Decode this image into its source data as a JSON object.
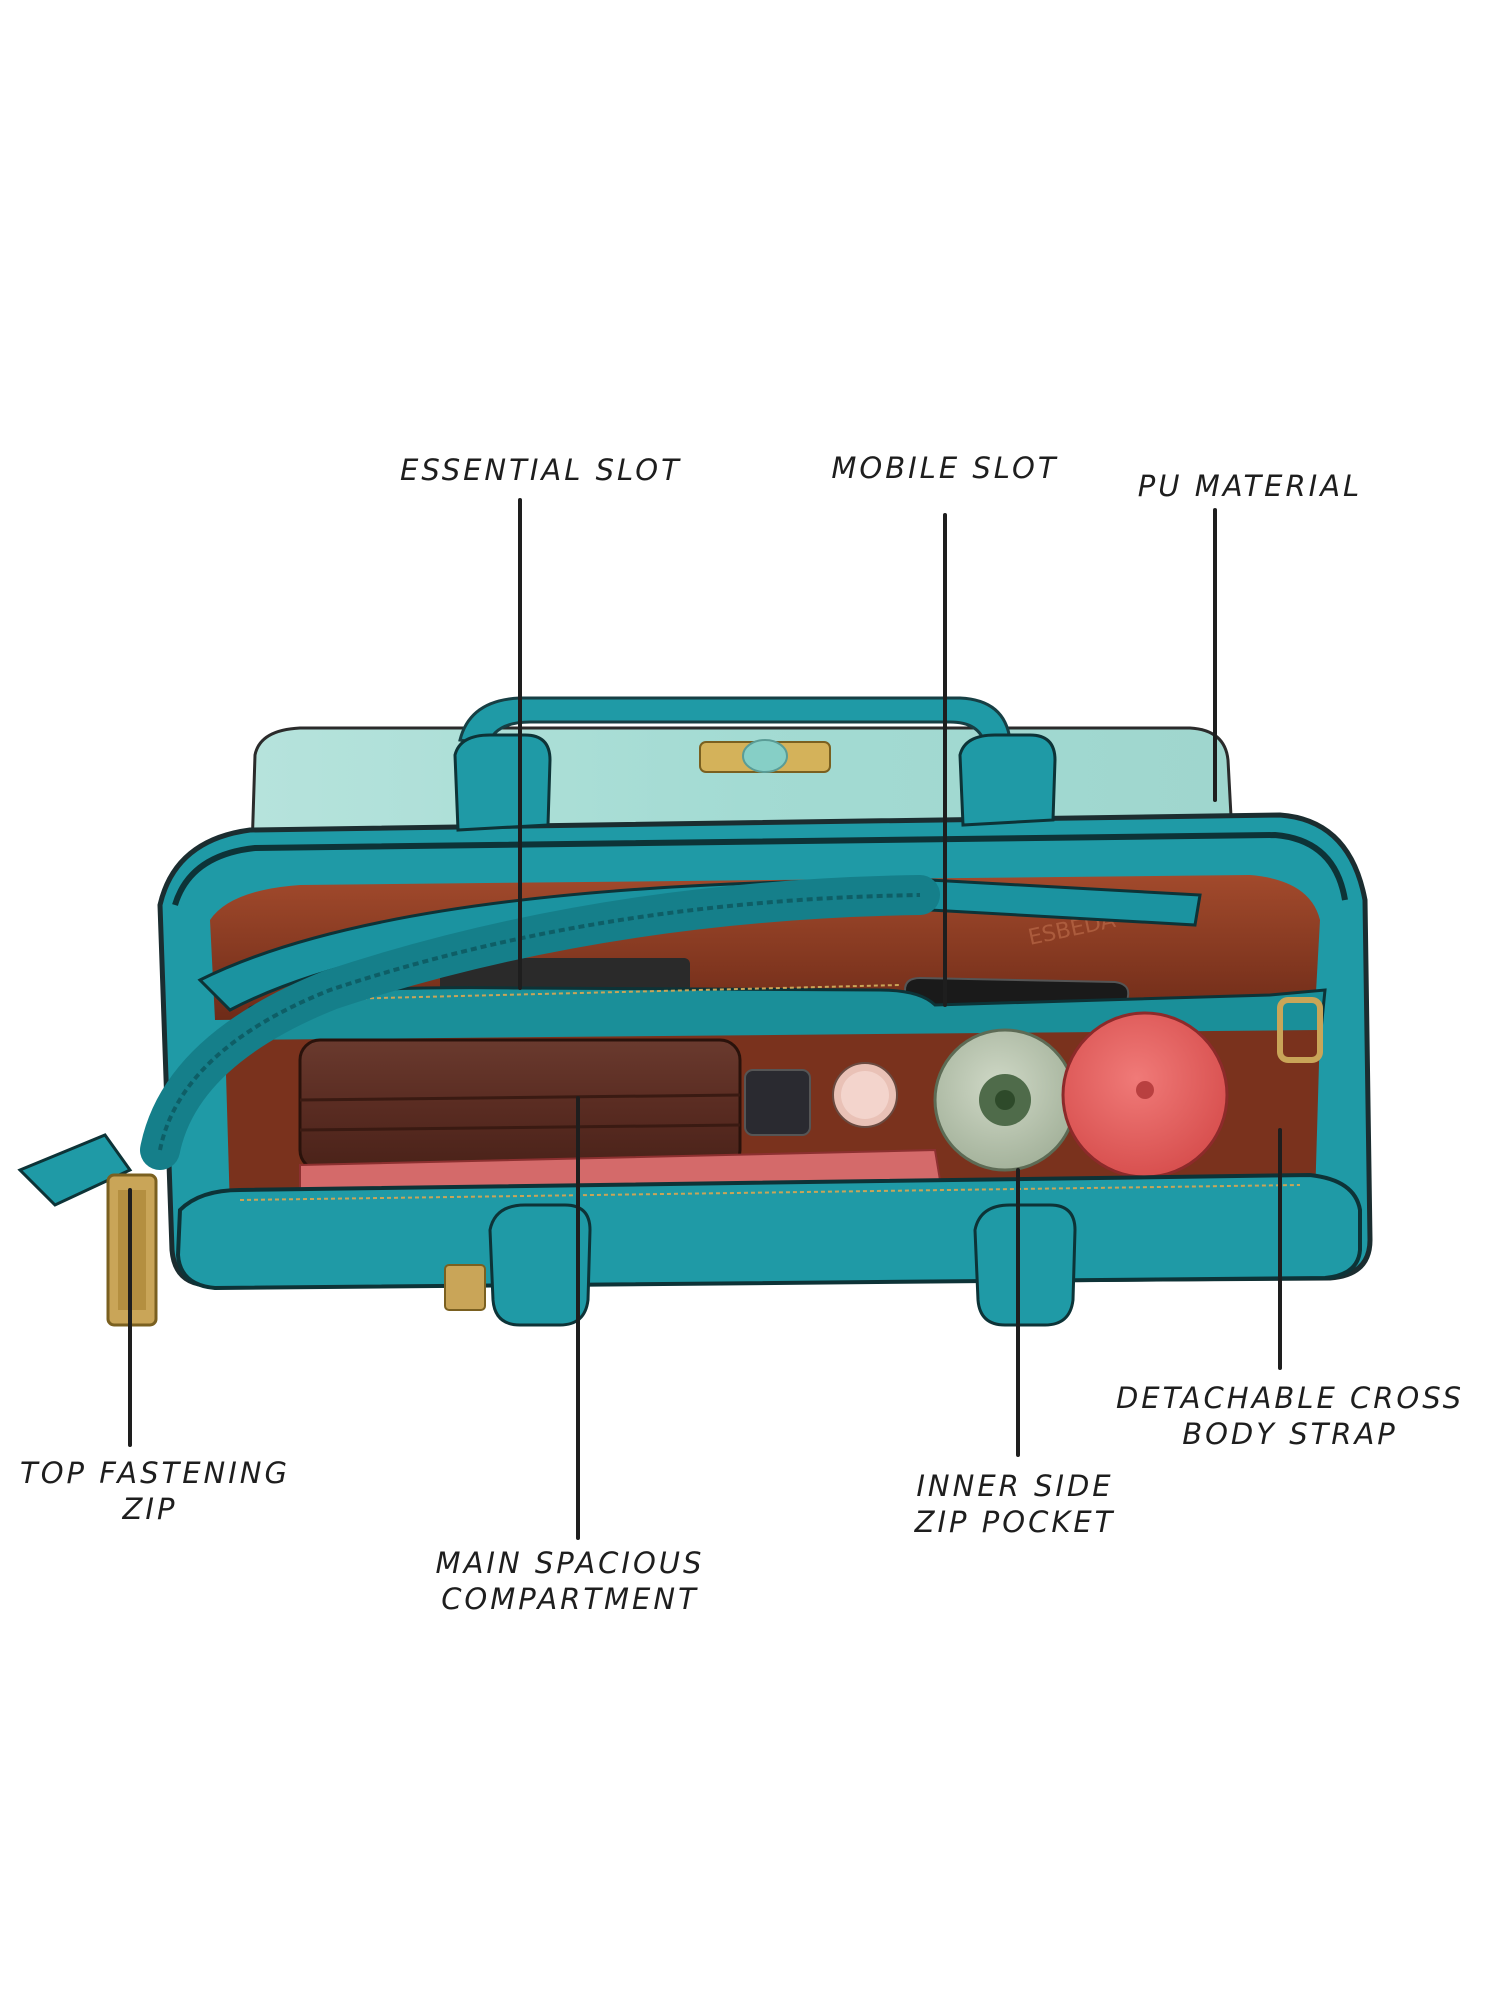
{
  "callouts": {
    "essential_slot": {
      "lines": [
        "ESSENTIAL SLOT"
      ]
    },
    "mobile_slot": {
      "lines": [
        "MOBILE SLOT"
      ]
    },
    "pu_material": {
      "lines": [
        "PU MATERIAL"
      ]
    },
    "top_fastening_zip": {
      "lines": [
        "TOP FASTENING",
        "ZIP"
      ]
    },
    "main_spacious_compartment": {
      "lines": [
        "MAIN SPACIOUS",
        "COMPARTMENT"
      ]
    },
    "inner_side_zip_pocket": {
      "lines": [
        "INNER SIDE",
        "ZIP POCKET"
      ]
    },
    "detachable_cross_body_strap": {
      "lines": [
        "DETACHABLE CROSS",
        "BODY STRAP"
      ]
    }
  },
  "colors": {
    "teal": "#1f9aa6",
    "mint": "#a9ddd6",
    "lining": "#8a3a22",
    "line": "#1e1e1e"
  }
}
